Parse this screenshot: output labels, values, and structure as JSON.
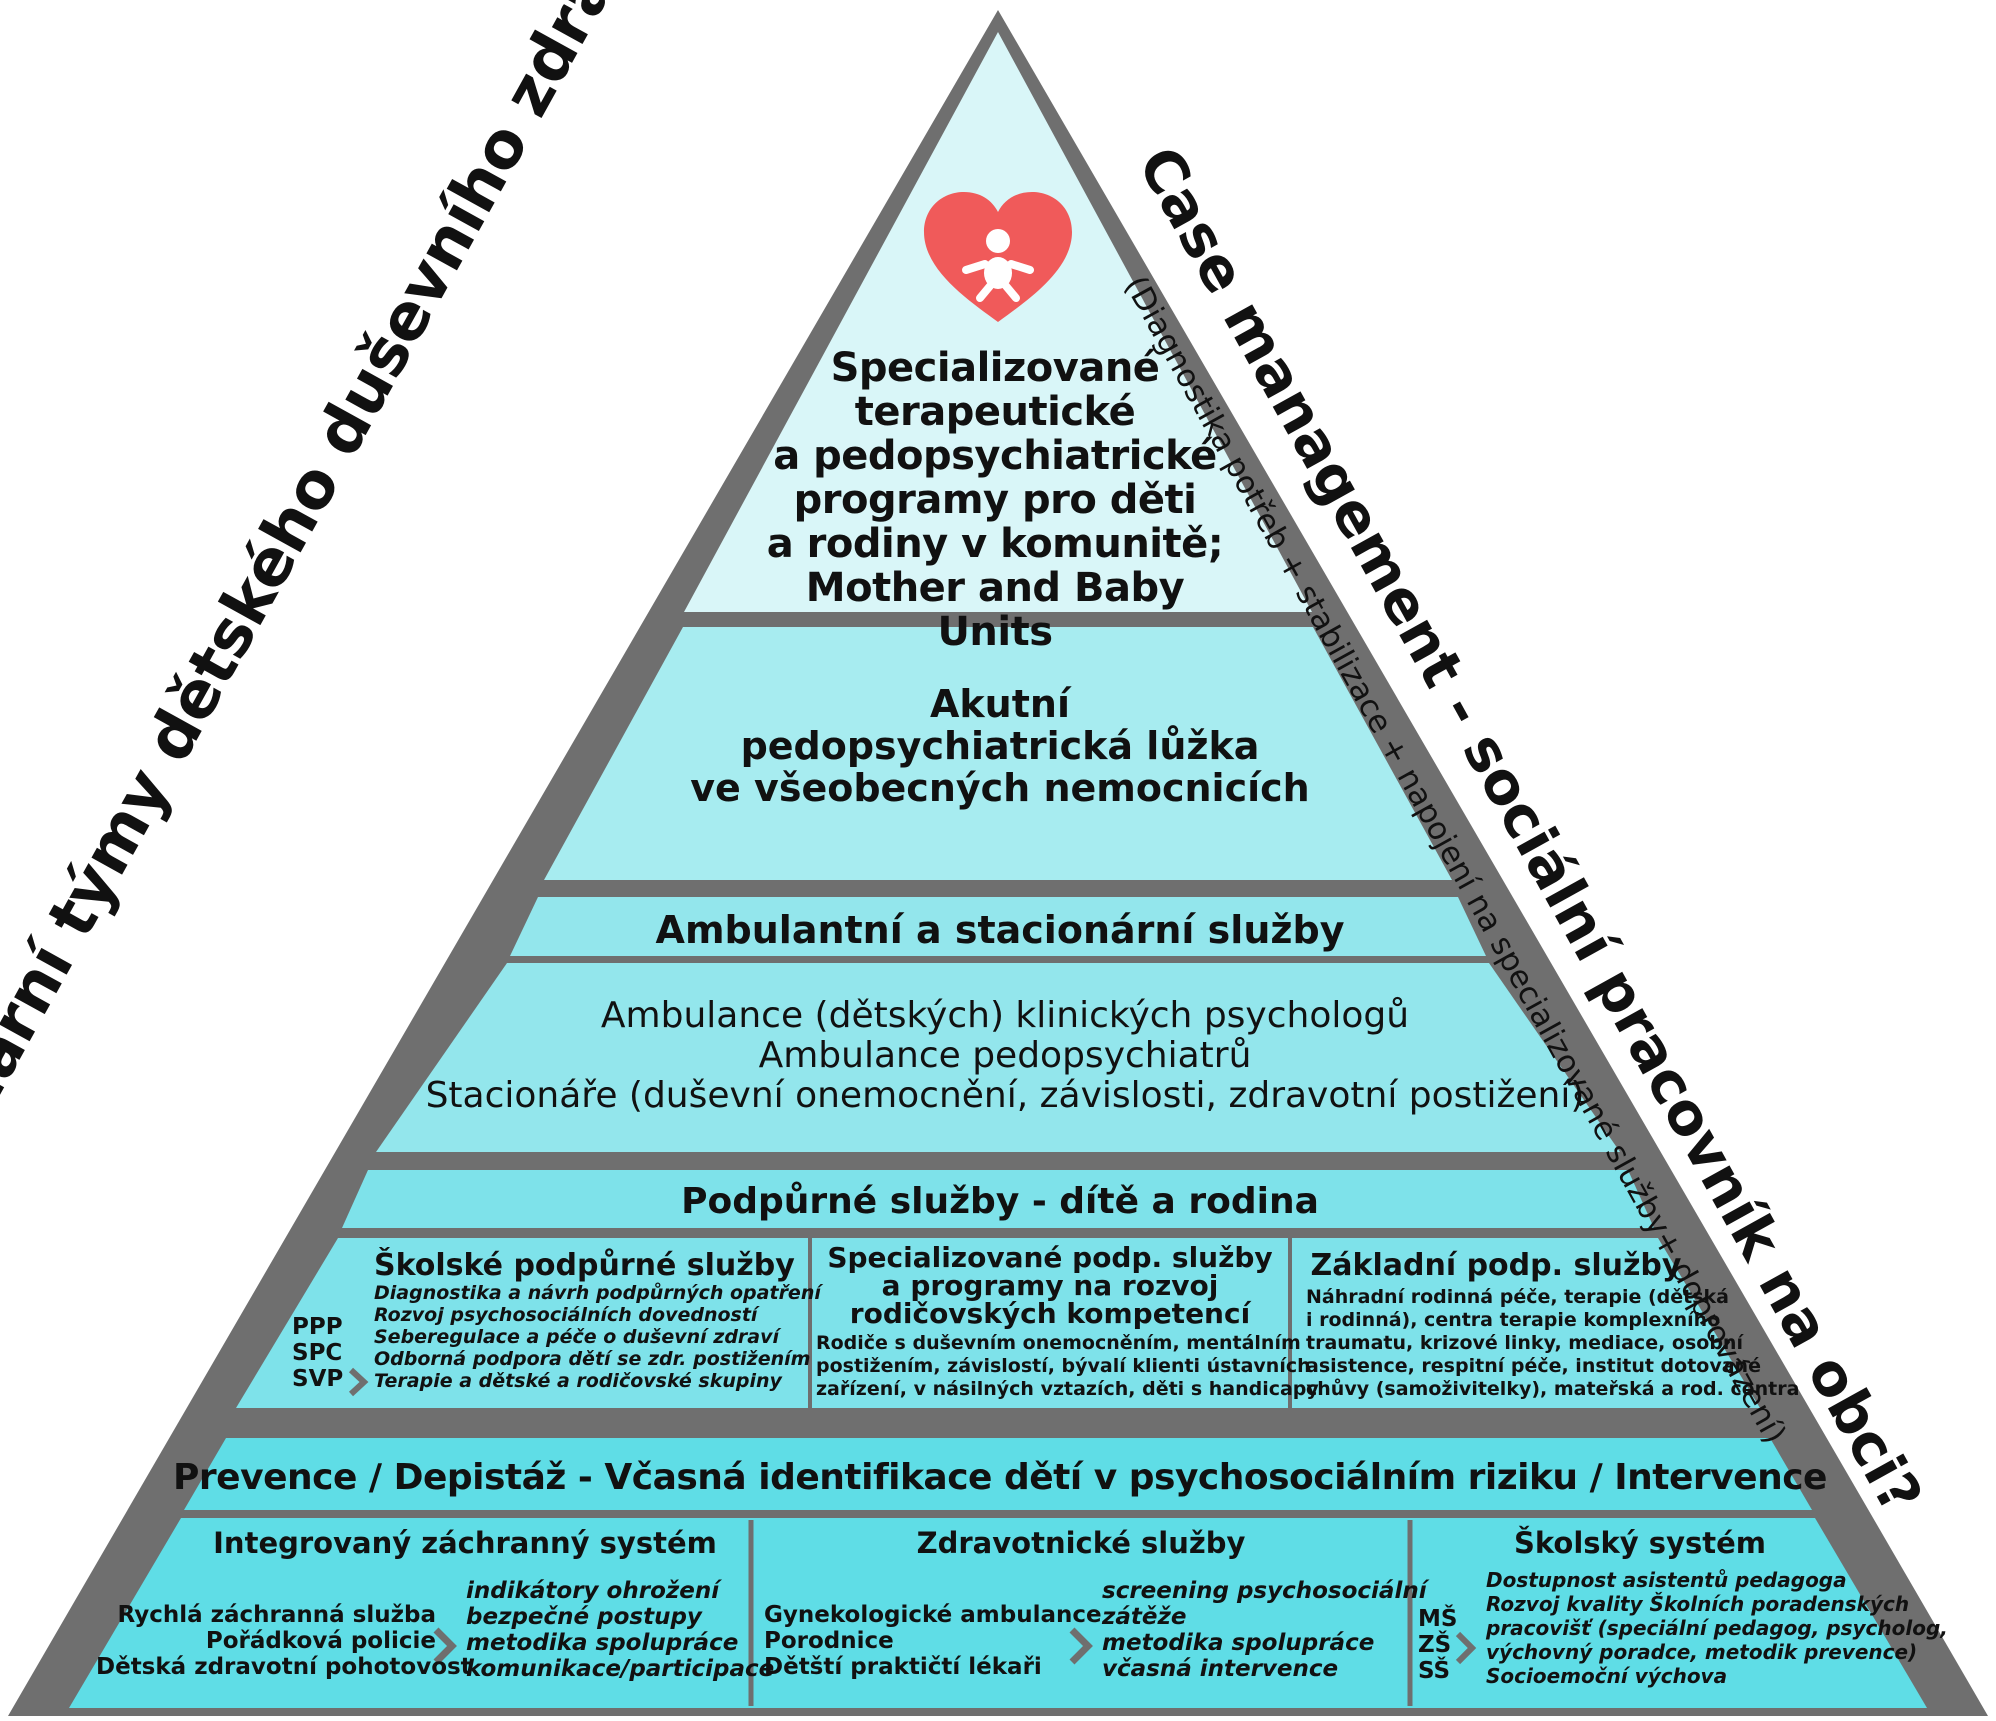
{
  "colors": {
    "frame": "#6f6f6f",
    "tier_top": "#d9f6f8",
    "tier_acute": "#a7ecf0",
    "tier_amb": "#93e6ec",
    "tier_pod": "#7ee2ea",
    "tier_prev": "#5fdde6",
    "heart": "#f05a5a"
  },
  "side_left": "Multidisciplinární týmy dětského duševního zdraví",
  "side_right_title": "Case management - sociální pracovník na obci?",
  "side_right_subtitle": "(Diagnostika potřeb + stabilizace + napojení na specializované služby+ doprovázení)",
  "top": {
    "icon": "heart-baby-icon",
    "lines": [
      "Specializované",
      "terapeutické",
      "a pedopsychiatrické",
      "programy pro děti",
      "a rodiny v komunitě;",
      "Mother and Baby Units"
    ]
  },
  "acute": {
    "lines": [
      "Akutní",
      "pedopsychiatrická lůžka",
      "ve všeobecných nemocnicích"
    ]
  },
  "ambulant": {
    "header": "Ambulantní a stacionární služby",
    "lines": [
      "Ambulance (dětských) klinických psychologů",
      "Ambulance pedopsychiatrů",
      "Stacionáře (duševní onemocnění, závislosti, zdravotní postižení)"
    ]
  },
  "support": {
    "header": "Podpůrné služby - dítě a rodina",
    "school": {
      "title": "Školské podpůrné služby",
      "acronyms": [
        "PPP",
        "SPC",
        "SVP"
      ],
      "items": [
        "Diagnostika a návrh podpůrných opatření",
        "Rozvoj psychosociálních dovedností",
        "Seberegulace a péče o duševní zdraví",
        "Odborná podpora dětí se zdr. postižením",
        "Terapie a dětské a rodičovské skupiny"
      ]
    },
    "special": {
      "title_lines": [
        "Specializované podp. služby",
        "a programy na rozvoj",
        "rodičovských kompetencí"
      ],
      "lines": [
        "Rodiče s duševním onemocněním, mentálním",
        "postižením, závislostí, bývalí klienti ústavních",
        "zařízení, v násilných vztazích, děti s handicapy"
      ]
    },
    "basic": {
      "title": "Základní podp. služby",
      "lines": [
        "Náhradní rodinná péče, terapie (dětská",
        "i rodinná), centra terapie komplexního",
        "traumatu, krizové linky, mediace, osobní",
        "asistence, respitní péče, institut dotované",
        "chůvy (samoživitelky), mateřská a rod. centra"
      ]
    }
  },
  "prevention": {
    "header": "Prevence / Depistáž - Včasná identifikace dětí v psychosociálním riziku / Intervence",
    "ems": {
      "title": "Integrovaný záchranný systém",
      "left": [
        "Rychlá záchranná služba",
        "Pořádková policie",
        "Dětská zdravotní pohotovost"
      ],
      "right": [
        "indikátory ohrožení",
        "bezpečné postupy",
        "metodika spolupráce",
        "komunikace/participace"
      ]
    },
    "health": {
      "title": "Zdravotnické služby",
      "left": [
        "Gynekologické ambulance",
        "Porodnice",
        "Dětští praktičtí lékaři"
      ],
      "right": [
        "screening psychosociální",
        "zátěže",
        "metodika spolupráce",
        "včasná intervence"
      ]
    },
    "school": {
      "title": "Školský systém",
      "acronyms": [
        "MŠ",
        "ZŠ",
        "SŠ"
      ],
      "items": [
        "Dostupnost asistentů pedagoga",
        "Rozvoj kvality Školních poradenských",
        "pracovišť (speciální pedagog, psycholog,",
        "výchovný poradce, metodik prevence)",
        "Socioemoční výchova"
      ]
    }
  }
}
